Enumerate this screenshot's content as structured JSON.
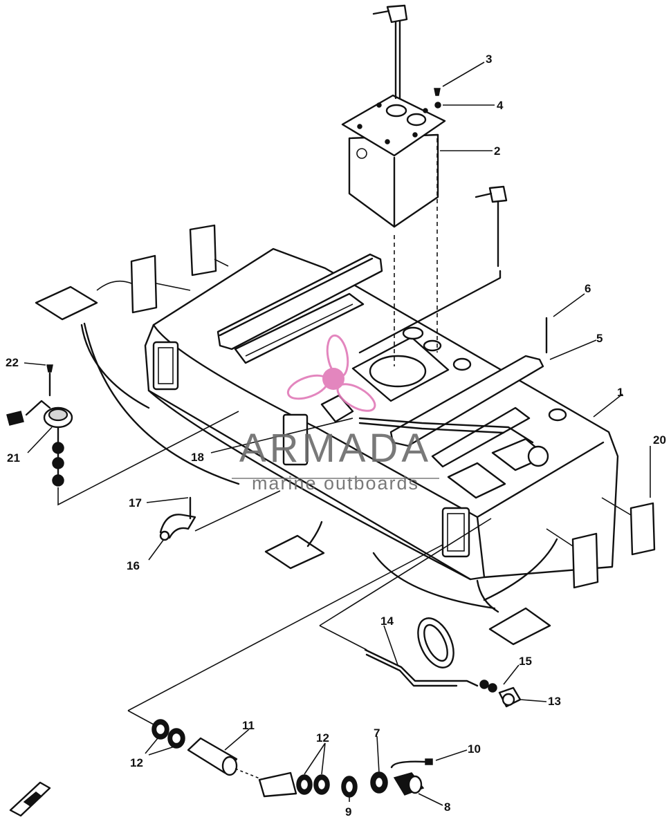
{
  "diagram": {
    "callouts": [
      {
        "id": "c1",
        "text": "1"
      },
      {
        "id": "c2",
        "text": "2"
      },
      {
        "id": "c3",
        "text": "3"
      },
      {
        "id": "c4",
        "text": "4"
      },
      {
        "id": "c5",
        "text": "5"
      },
      {
        "id": "c6",
        "text": "6"
      },
      {
        "id": "c7",
        "text": "7"
      },
      {
        "id": "c8",
        "text": "8"
      },
      {
        "id": "c9",
        "text": "9"
      },
      {
        "id": "c10",
        "text": "10"
      },
      {
        "id": "c11",
        "text": "11"
      },
      {
        "id": "c12a",
        "text": "12"
      },
      {
        "id": "c12b",
        "text": "12"
      },
      {
        "id": "c13",
        "text": "13"
      },
      {
        "id": "c14",
        "text": "14"
      },
      {
        "id": "c15",
        "text": "15"
      },
      {
        "id": "c16",
        "text": "16"
      },
      {
        "id": "c17",
        "text": "17"
      },
      {
        "id": "c18",
        "text": "18"
      },
      {
        "id": "c20",
        "text": "20"
      },
      {
        "id": "c21",
        "text": "21"
      },
      {
        "id": "c22",
        "text": "22"
      }
    ]
  },
  "watermark": {
    "brand": "ARMADA",
    "tagline": "marine outboards",
    "accent_color": "#e07ab8",
    "icon": "propeller-logo-icon"
  },
  "colors": {
    "line": "#111111",
    "background": "#ffffff"
  }
}
